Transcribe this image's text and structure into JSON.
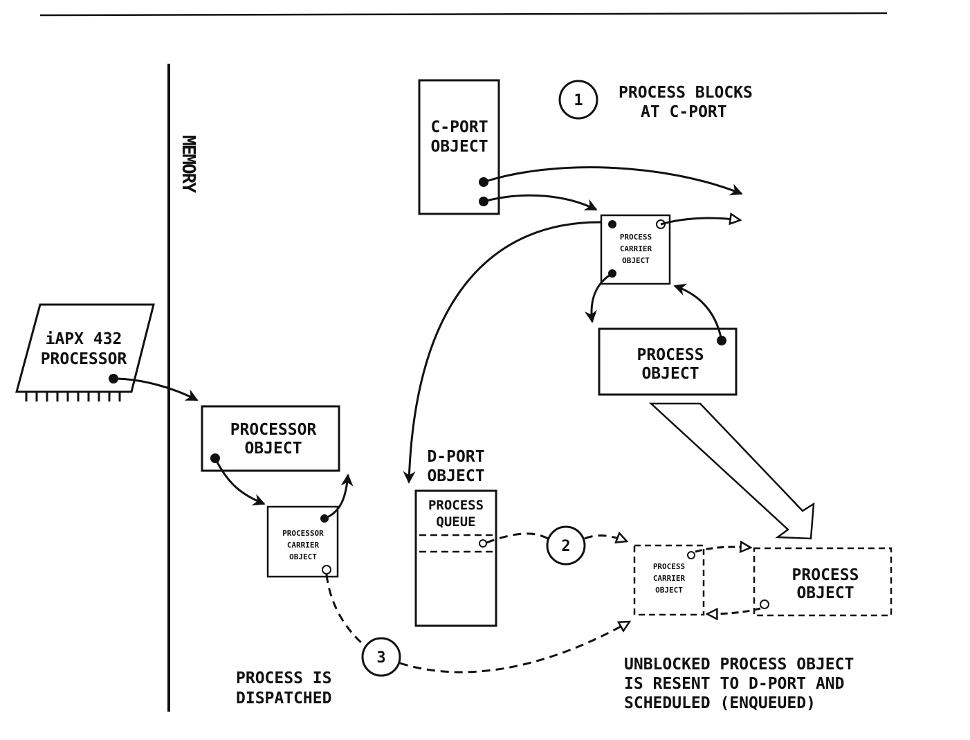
{
  "memory_label": "MEMORY",
  "processor": {
    "line1": "iAPX 432",
    "line2": "PROCESSOR"
  },
  "processor_object": {
    "line1": "PROCESSOR",
    "line2": "OBJECT"
  },
  "processor_carrier": {
    "line1": "PROCESSOR",
    "line2": "CARRIER",
    "line3": "OBJECT"
  },
  "cport_object": {
    "line1": "C-PORT",
    "line2": "OBJECT"
  },
  "process_carrier_top": {
    "line1": "PROCESS",
    "line2": "CARRIER",
    "line3": "OBJECT"
  },
  "process_object_top": {
    "line1": "PROCESS",
    "line2": "OBJECT"
  },
  "dport_object": {
    "line1": "D-PORT",
    "line2": "OBJECT"
  },
  "process_queue": {
    "line1": "PROCESS",
    "line2": "QUEUE"
  },
  "process_carrier_dashed": {
    "line1": "PROCESS",
    "line2": "CARRIER",
    "line3": "OBJECT"
  },
  "process_object_dashed": {
    "line1": "PROCESS",
    "line2": "OBJECT"
  },
  "steps": [
    {
      "number": "1",
      "line1": "PROCESS BLOCKS",
      "line2": "AT C-PORT"
    },
    {
      "number": "2"
    },
    {
      "number": "3",
      "line1": "PROCESS IS",
      "line2": "DISPATCHED"
    }
  ],
  "unblocked_caption": {
    "line1": "UNBLOCKED PROCESS OBJECT",
    "line2": "IS RESENT TO D-PORT AND",
    "line3": "SCHEDULED (ENQUEUED)"
  },
  "colors": {
    "ink": "#111111",
    "paper": "#ffffff"
  }
}
